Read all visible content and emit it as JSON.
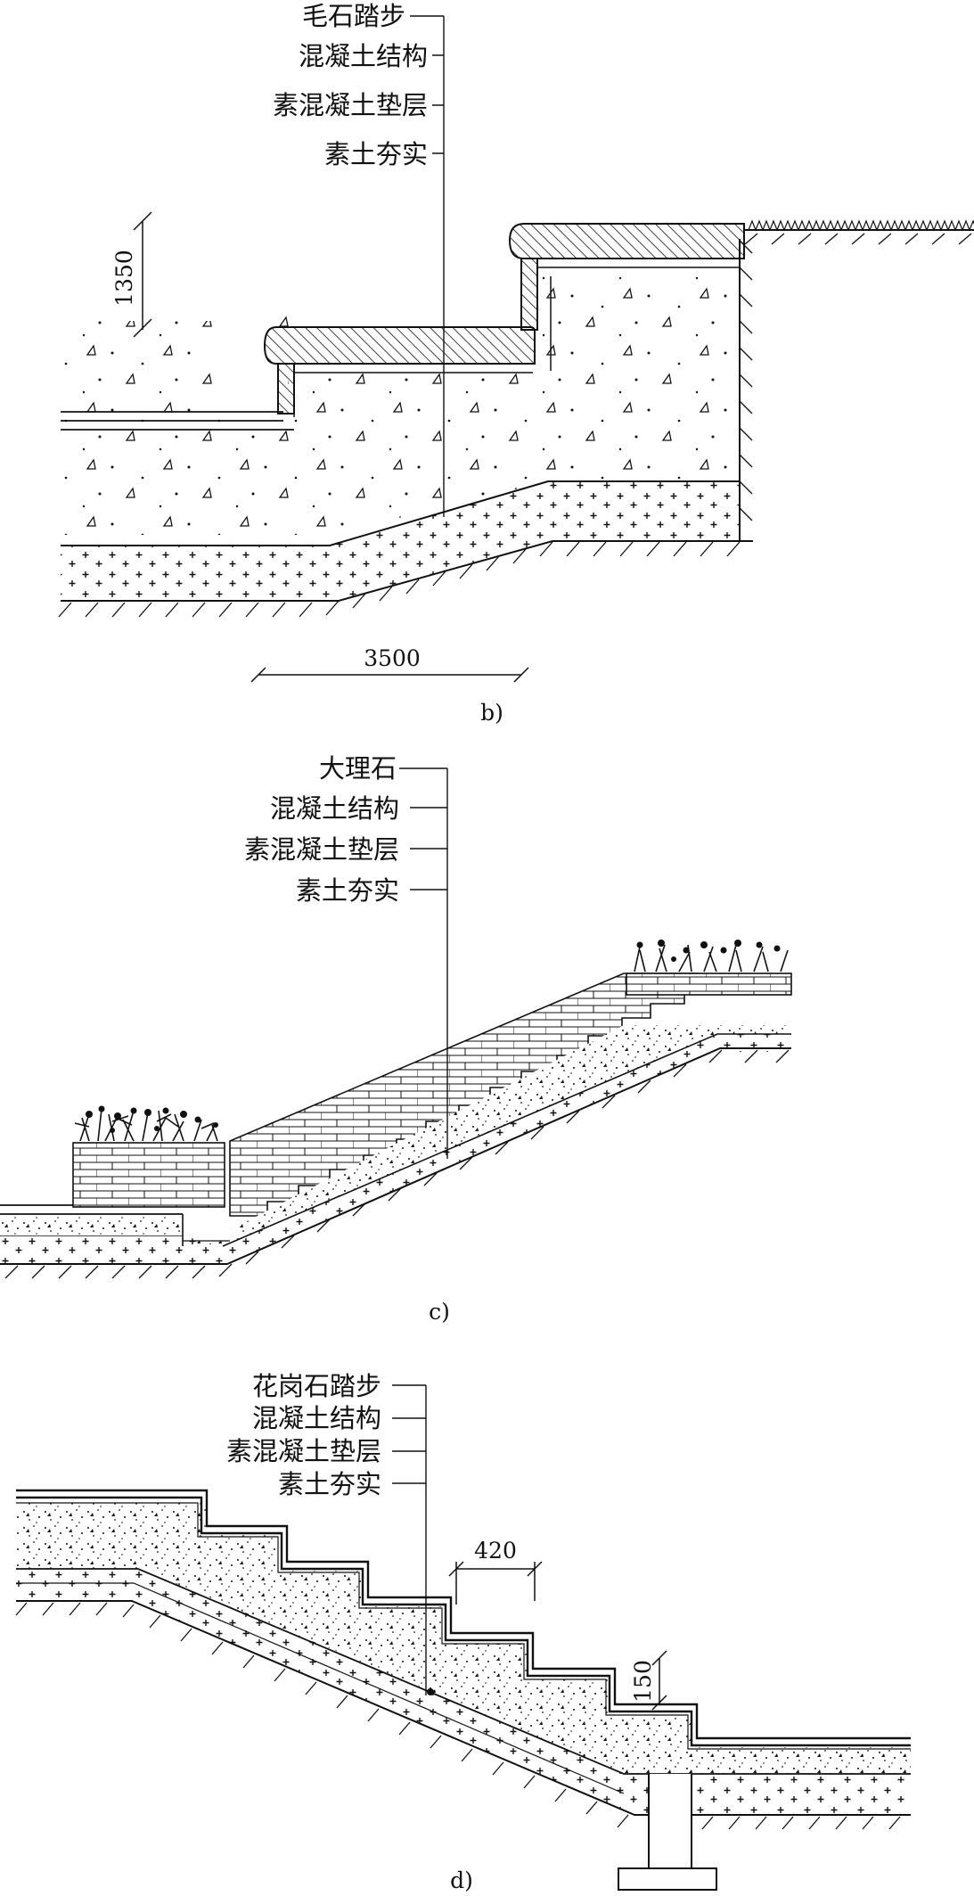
{
  "panel_b": {
    "labels": [
      "毛石踏步",
      "混凝土结构",
      "素混凝土垫层",
      "素土夯实"
    ],
    "dim_vertical": "1350",
    "dim_horizontal": "3500",
    "caption": "b)"
  },
  "panel_c": {
    "labels": [
      "大理石",
      "混凝土结构",
      "素混凝土垫层",
      "素土夯实"
    ],
    "caption": "c)"
  },
  "panel_d": {
    "labels": [
      "花岗石踏步",
      "混凝土结构",
      "素混凝土垫层",
      "素土夯实"
    ],
    "dim_tread": "420",
    "dim_riser": "150",
    "caption": "d)"
  }
}
